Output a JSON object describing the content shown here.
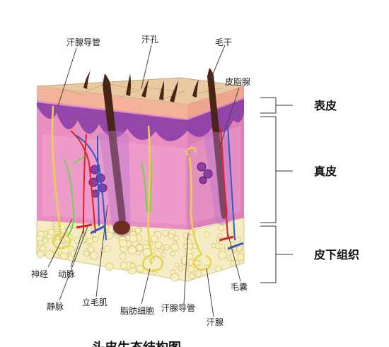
{
  "title": "头皮生态结构图",
  "labels": {
    "sweat_duct_top": "汗腺导管",
    "pore": "汗孔",
    "hair_shaft": "毛干",
    "sebaceous_gland": "皮脂腺",
    "nerve": "神经",
    "artery": "动脉",
    "vein": "静脉",
    "arrector_pili": "立毛肌",
    "fat_cell": "脂肪细胞",
    "sweat_duct_bottom": "汗腺导管",
    "sweat_gland": "汗腺",
    "hair_follicle": "毛囊"
  },
  "layers": {
    "epidermis": "表皮",
    "dermis": "真皮",
    "subcutaneous": "皮下组织"
  },
  "colors": {
    "epidermis_top": "#e8c9a0",
    "epidermis_side": "#f2b59a",
    "dermis": "#e78fbf",
    "dermis_dark": "#c76aa8",
    "basal_purple": "#8a3fa6",
    "fat": "#f3e7a8",
    "hair": "#4a2418",
    "artery": "#e0202a",
    "vein": "#2d59c9",
    "nerve": "#6fd44a",
    "gland": "#e8d24a"
  }
}
